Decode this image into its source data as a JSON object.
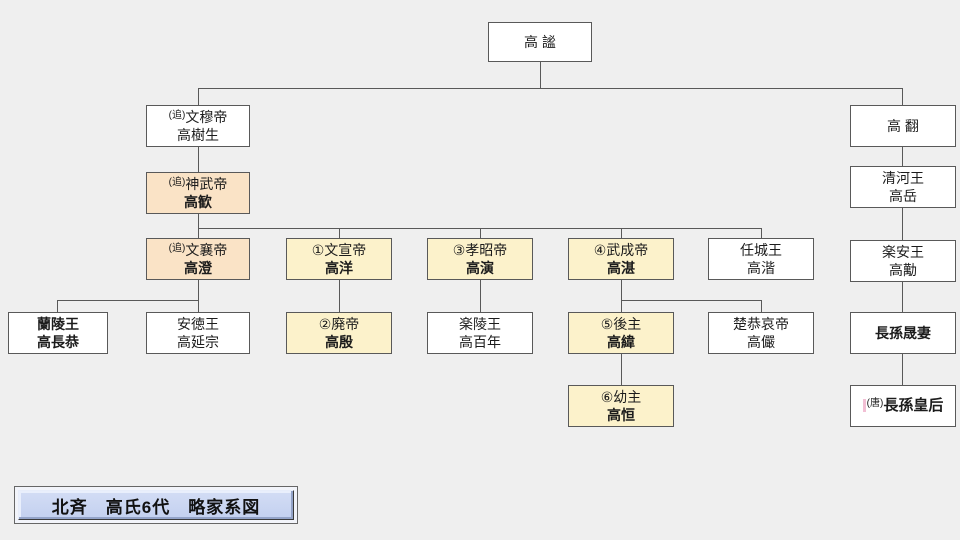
{
  "banner": {
    "text": "北斉　高氏6代　略家系図"
  },
  "colors": {
    "background": "#EFEFEF",
    "box_border": "#595959",
    "connector": "#595959",
    "fill_white": "#FFFFFF",
    "fill_peach": "#FAE3C6",
    "fill_yellow": "#FCF2CB",
    "banner_fill": "#C9D5F1",
    "accent_pink": "#F2BFD4"
  },
  "nodes": {
    "gao_mi": {
      "title": "高 謐"
    },
    "wenmu": {
      "prefix": "(追)",
      "title": "文穆帝",
      "name": "高樹生"
    },
    "shenwu": {
      "prefix": "(追)",
      "title": "神武帝",
      "name": "高歓"
    },
    "wenxiang": {
      "prefix": "(追)",
      "title": "文襄帝",
      "name": "高澄"
    },
    "wenxuan": {
      "title": "①文宣帝",
      "name": "高洋"
    },
    "xiaozhao": {
      "title": "③孝昭帝",
      "name": "高演"
    },
    "wucheng": {
      "title": "④武成帝",
      "name": "高湛"
    },
    "rencheng": {
      "title": "任城王",
      "name": "高湝"
    },
    "lanling": {
      "title": "蘭陵王",
      "name": "高長恭"
    },
    "ande": {
      "title": "安徳王",
      "name": "高延宗"
    },
    "feidi": {
      "title": "②廃帝",
      "name": "高殷"
    },
    "leling": {
      "title": "楽陵王",
      "name": "高百年"
    },
    "houzhu": {
      "title": "⑤後主",
      "name": "高緯"
    },
    "chugong": {
      "title": "楚恭哀帝",
      "name": "高儼"
    },
    "youzhu": {
      "title": "⑥幼主",
      "name": "高恒"
    },
    "gao_fan": {
      "title": "高 翻"
    },
    "qinghe": {
      "title": "清河王",
      "name": "高岳"
    },
    "lean": {
      "title": "楽安王",
      "name": "高勱"
    },
    "zhangsun_wife": {
      "title": "長孫晟妻"
    },
    "zhangsun_empress": {
      "prefix": "(唐)",
      "name": "長孫皇后"
    }
  }
}
